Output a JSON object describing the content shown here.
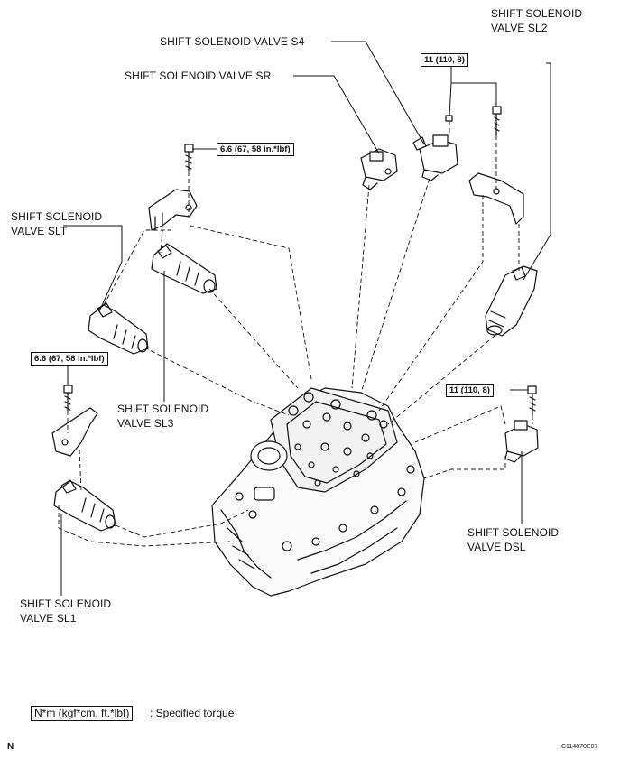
{
  "labels": {
    "s4": "SHIFT SOLENOID VALVE S4",
    "sr": "SHIFT SOLENOID VALVE SR",
    "sl2_line1": "SHIFT SOLENOID",
    "sl2_line2": "VALVE SL2",
    "slt_line1": "SHIFT SOLENOID",
    "slt_line2": "VALVE SLT",
    "sl3_line1": "SHIFT SOLENOID",
    "sl3_line2": "VALVE SL3",
    "dsl_line1": "SHIFT SOLENOID",
    "dsl_line2": "VALVE DSL",
    "sl1_line1": "SHIFT SOLENOID",
    "sl1_line2": "VALVE SL1"
  },
  "torque": {
    "upper_right": "11 (110, 8)",
    "mid_right": "11 (110, 8)",
    "upper_center": "6.6 (67, 58 in.*lbf)",
    "left": "6.6 (67, 58 in.*lbf)"
  },
  "legend": {
    "unit": "N*m (kgf*cm, ft.*lbf)",
    "text": ": Specified torque"
  },
  "corner_mark": "N",
  "figure_code": "C114870E07"
}
